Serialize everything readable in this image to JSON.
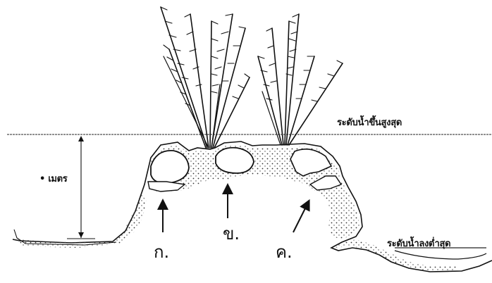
{
  "labels": {
    "high_water": "ระดับน้ำขึ้นสูงสุด",
    "low_water": "ระดับน้ำลงต่ำสุด",
    "depth": "• เมตร",
    "a": "ก.",
    "b": "ข.",
    "c": "ค."
  },
  "colors": {
    "ink": "#111111",
    "background": "#ffffff"
  }
}
